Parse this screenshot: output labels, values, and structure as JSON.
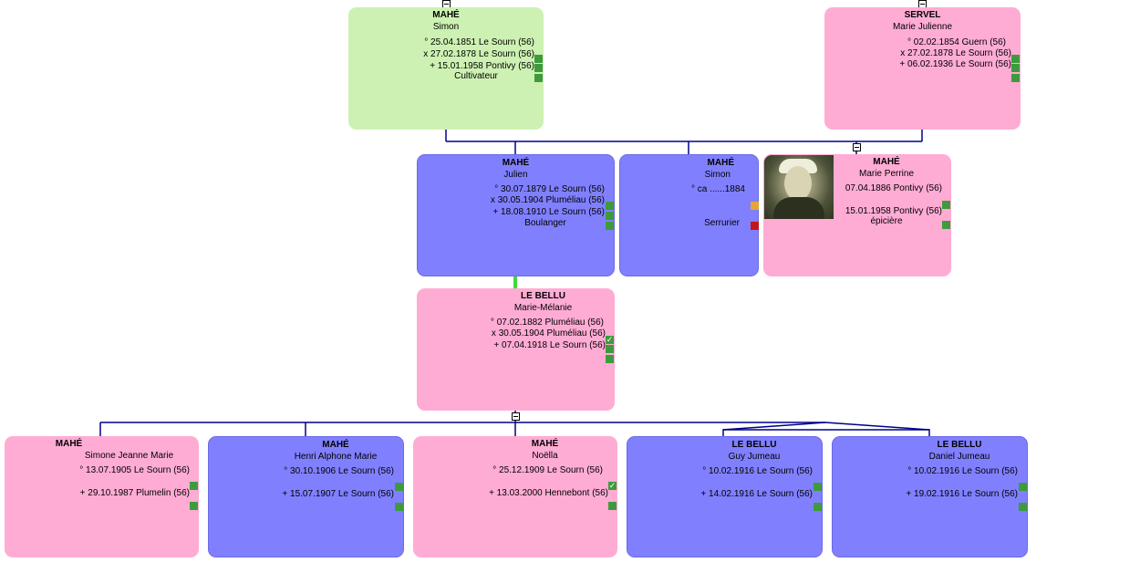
{
  "people": [
    {
      "id": "simon-1851",
      "color": "green",
      "family": "MAHÉ",
      "given": "Simon",
      "events": [
        "° 25.04.1851 Le Sourn (56)",
        "x 27.02.1878 Le Sourn (56)",
        "+ 15.01.1958 Pontivy (56)"
      ],
      "occupation": "Cultivateur"
    },
    {
      "id": "marie-julienne",
      "color": "pink",
      "family": "SERVEL",
      "given": "Marie Julienne",
      "events": [
        "° 02.02.1854 Guern (56)",
        "x 27.02.1878 Le Sourn (56)",
        "+ 06.02.1936 Le Sourn (56)"
      ],
      "occupation": ""
    },
    {
      "id": "julien",
      "color": "blue",
      "family": "MAHÉ",
      "given": "Julien",
      "events": [
        "° 30.07.1879 Le Sourn (56)",
        "x 30.05.1904 Pluméliau (56)",
        "+ 18.08.1910 Le Sourn (56)"
      ],
      "occupation": "Boulanger"
    },
    {
      "id": "simon-1884",
      "color": "blue",
      "family": "MAHÉ",
      "given": "Simon",
      "events": [
        "° ca ......1884"
      ],
      "occupation": "Serrurier"
    },
    {
      "id": "marie-perrine",
      "color": "pink",
      "family": "MAHÉ",
      "given": "Marie Perrine",
      "events": [
        "07.04.1886 Pontivy (56)",
        "15.01.1958 Pontivy (56)"
      ],
      "occupation": "épicière"
    },
    {
      "id": "marie-melanie",
      "color": "pink",
      "family": "LE BELLU",
      "given": "Marie-Mélanie",
      "events": [
        "° 07.02.1882 Pluméliau (56)",
        "x 30.05.1904 Pluméliau (56)",
        "+ 07.04.1918 Le Sourn (56)"
      ],
      "occupation": ""
    },
    {
      "id": "simone",
      "color": "pink",
      "family": "MAHÉ",
      "given": "Simone Jeanne Marie",
      "events": [
        "° 13.07.1905 Le Sourn (56)",
        "+ 29.10.1987 Plumelin (56)"
      ],
      "occupation": ""
    },
    {
      "id": "henri",
      "color": "blue",
      "family": "MAHÉ",
      "given": "Henri Alphone Marie",
      "events": [
        "° 30.10.1906 Le Sourn (56)",
        "+ 15.07.1907 Le Sourn (56)"
      ],
      "occupation": ""
    },
    {
      "id": "noella",
      "color": "pink",
      "family": "MAHÉ",
      "given": "Noëlla",
      "events": [
        "° 25.12.1909 Le Sourn (56)",
        "+ 13.03.2000 Hennebont (56)"
      ],
      "occupation": ""
    },
    {
      "id": "guy",
      "color": "blue",
      "family": "LE BELLU",
      "given": "Guy Jumeau",
      "events": [
        "° 10.02.1916 Le Sourn (56)",
        "+ 14.02.1916 Le Sourn (56)"
      ],
      "occupation": ""
    },
    {
      "id": "daniel",
      "color": "blue",
      "family": "LE BELLU",
      "given": "Daniel Jumeau",
      "events": [
        "° 10.02.1916 Le Sourn (56)",
        "+ 19.02.1916 Le Sourn (56)"
      ],
      "occupation": ""
    }
  ],
  "check_mark": "✓",
  "colors": {
    "line": "#00008b",
    "link": "#3ddc3d",
    "marker": "#3d9b3d"
  }
}
